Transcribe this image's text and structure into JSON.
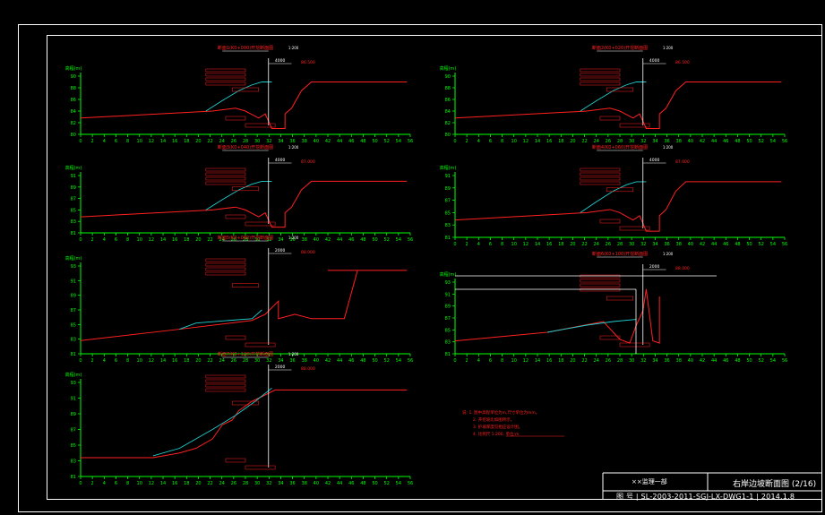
{
  "title_block": {
    "unit": "××监理一部",
    "drawing_title": "右岸边坡断面图 (2/16)",
    "drawing_no": "图 号 | SL-2003-2011-SGJ-LX-DWG1-1 | 2014.1.8"
  },
  "notes": [
    "说: 1. 图中高程单位为m,尺寸单位为mm。",
    "2. 开挖坡比如图所示。",
    "3. 护坡厚度见相应设计图。",
    "4. 比例尺 1:200, 单位:m"
  ],
  "colors": {
    "axis": "#00ff00",
    "design": "#ff2020",
    "ground": "#20d0d0",
    "white": "#ffffff"
  },
  "sections": [
    {
      "title": "断面1(K0+000)开挖断面图",
      "scale": "1:200",
      "ylabel": "高程(m)",
      "yticks": [
        "80",
        "82",
        "84",
        "86",
        "88",
        "90"
      ],
      "xticks": [
        "0",
        "2",
        "4",
        "6",
        "8",
        "10",
        "12",
        "14",
        "16",
        "18",
        "20",
        "22",
        "24",
        "26",
        "28",
        "30",
        "32",
        "34",
        "36",
        "38",
        "40",
        "42",
        "44",
        "46",
        "48",
        "50",
        "52",
        "54",
        "56"
      ],
      "dim": "4000",
      "elev": "86.500"
    },
    {
      "title": "断面2(K0+020)开挖断面图",
      "scale": "1:200",
      "ylabel": "高程(m)",
      "yticks": [
        "80",
        "82",
        "84",
        "86",
        "88",
        "90"
      ],
      "xticks": [
        "0",
        "2",
        "4",
        "6",
        "8",
        "10",
        "12",
        "14",
        "16",
        "18",
        "20",
        "22",
        "24",
        "26",
        "28",
        "30",
        "32",
        "34",
        "36",
        "38",
        "40",
        "42",
        "44",
        "46",
        "48",
        "50",
        "52",
        "54",
        "56"
      ],
      "dim": "4000",
      "elev": "86.500"
    },
    {
      "title": "断面3(K0+040)开挖断面图",
      "scale": "1:200",
      "ylabel": "高程(m)",
      "yticks": [
        "81",
        "83",
        "85",
        "87",
        "89",
        "91"
      ],
      "xticks": [
        "0",
        "2",
        "4",
        "6",
        "8",
        "10",
        "12",
        "14",
        "16",
        "18",
        "20",
        "22",
        "24",
        "26",
        "28",
        "30",
        "32",
        "34",
        "36",
        "38",
        "40",
        "42",
        "44",
        "46",
        "48",
        "50",
        "52",
        "54",
        "56"
      ],
      "dim": "4000",
      "elev": "87.000"
    },
    {
      "title": "断面4(K0+060)开挖断面图",
      "scale": "1:200",
      "ylabel": "高程(m)",
      "yticks": [
        "81",
        "83",
        "85",
        "87",
        "89",
        "91"
      ],
      "xticks": [
        "0",
        "2",
        "4",
        "6",
        "8",
        "10",
        "12",
        "14",
        "16",
        "18",
        "20",
        "22",
        "24",
        "26",
        "28",
        "30",
        "32",
        "34",
        "36",
        "38",
        "40",
        "42",
        "44",
        "46",
        "48",
        "50",
        "52",
        "54",
        "56"
      ],
      "dim": "4000",
      "elev": "87.000"
    },
    {
      "title": "断面5(K0+080)开挖断面图",
      "scale": "1:200",
      "ylabel": "高程(m)",
      "yticks": [
        "81",
        "83",
        "85",
        "87",
        "89",
        "91",
        "93"
      ],
      "xticks": [
        "0",
        "2",
        "4",
        "6",
        "8",
        "10",
        "12",
        "14",
        "16",
        "18",
        "20",
        "22",
        "24",
        "26",
        "28",
        "30",
        "32",
        "34",
        "36",
        "38",
        "40",
        "42",
        "44",
        "46",
        "48",
        "50",
        "52",
        "54",
        "56"
      ],
      "dim": "2000",
      "elev": "88.000"
    },
    {
      "title": "断面6(K0+100)开挖断面图",
      "scale": "1:200",
      "ylabel": "高程(m)",
      "yticks": [
        "81",
        "83",
        "85",
        "87",
        "89",
        "91",
        "93"
      ],
      "xticks": [
        "0",
        "2",
        "4",
        "6",
        "8",
        "10",
        "12",
        "14",
        "16",
        "18",
        "20",
        "22",
        "24",
        "26",
        "28",
        "30",
        "32",
        "34",
        "36",
        "38",
        "40",
        "42",
        "44",
        "46",
        "48",
        "50",
        "52",
        "54",
        "56"
      ],
      "dim": "2000",
      "elev": "88.000"
    },
    {
      "title": "断面7(K0+120)开挖断面图",
      "scale": "1:200",
      "ylabel": "高程(m)",
      "yticks": [
        "81",
        "83",
        "85",
        "87",
        "89",
        "91",
        "93"
      ],
      "xticks": [
        "0",
        "2",
        "4",
        "6",
        "8",
        "10",
        "12",
        "14",
        "16",
        "18",
        "20",
        "22",
        "24",
        "26",
        "28",
        "30",
        "32",
        "34",
        "36",
        "38",
        "40",
        "42",
        "44",
        "46",
        "48",
        "50",
        "52",
        "54",
        "56"
      ],
      "dim": "2000",
      "elev": "88.000"
    }
  ]
}
